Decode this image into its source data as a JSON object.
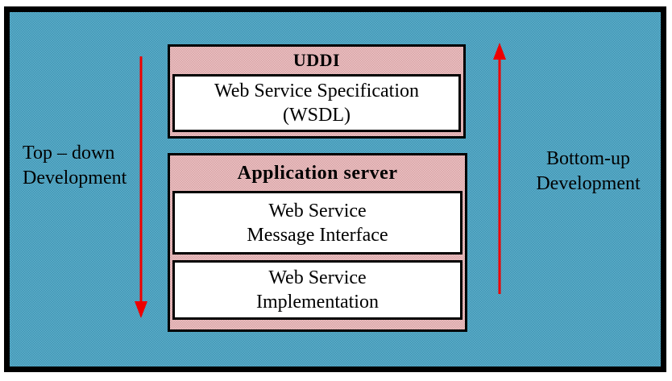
{
  "colors": {
    "canvas": "#ffffff",
    "background": "#449fc0",
    "box-fill": "#e2abad",
    "inner-fill": "#ffffff",
    "border": "#000000",
    "arrow": "#ee0000",
    "text": "#000000"
  },
  "boxes": {
    "uddi": {
      "title": "UDDI",
      "specification": "Web Service Specification\n(WSDL)"
    },
    "application_server": {
      "title": "Application server",
      "message_interface": "Web Service\nMessage Interface",
      "implementation": "Web Service\nImplementation"
    }
  },
  "labels": {
    "top_down": "Top – down\nDevelopment",
    "bottom_up": "Bottom-up\nDevelopment"
  },
  "arrows": {
    "top_down": {
      "direction": "down",
      "color": "#ee0000"
    },
    "bottom_up": {
      "direction": "up",
      "color": "#ee0000"
    }
  }
}
